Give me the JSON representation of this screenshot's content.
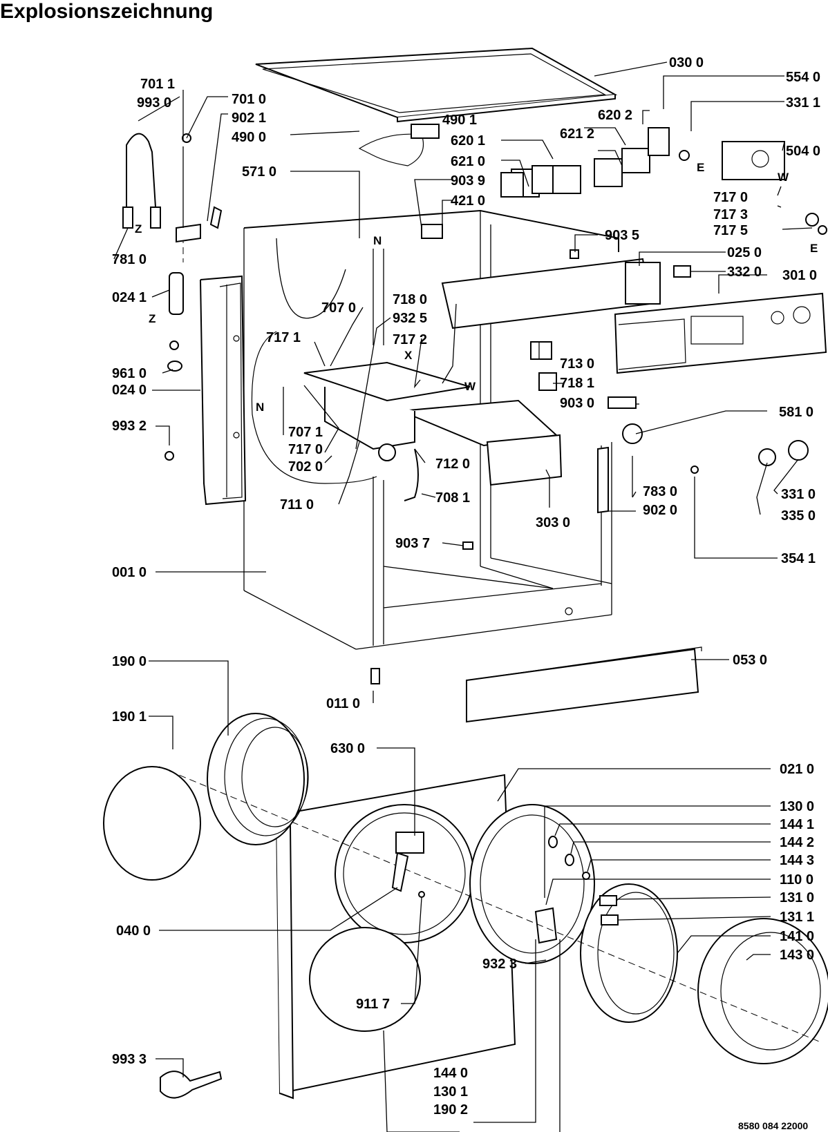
{
  "title": "Explosionszeichnung",
  "document_number": "8580 084 22000",
  "letters": [
    "N",
    "Z",
    "Z",
    "N",
    "X",
    "W",
    "W",
    "E",
    "E"
  ],
  "labels": [
    "030 0",
    "554 0",
    "331 1",
    "504 0",
    "490 1",
    "620 2",
    "620 1",
    "621 2",
    "621 0",
    "701 1",
    "993 0",
    "701 0",
    "902 1",
    "490 0",
    "571 0",
    "903 9",
    "421 0",
    "903 5",
    "717 0",
    "717 3",
    "717 5",
    "025 0",
    "332 0",
    "301 0",
    "781 0",
    "024 1",
    "707 0",
    "718 0",
    "932 5",
    "717 1",
    "717 2",
    "713 0",
    "718 1",
    "961 0",
    "024 0",
    "903 0",
    "581 0",
    "993 2",
    "707 1",
    "717 0",
    "702 0",
    "712 0",
    "708 1",
    "331 0",
    "335 0",
    "711 0",
    "783 0",
    "902 0",
    "303 0",
    "903 7",
    "354 1",
    "001 0",
    "190 0",
    "053 0",
    "011 0",
    "190 1",
    "630 0",
    "021 0",
    "130 0",
    "144 1",
    "144 2",
    "144 3",
    "110 0",
    "131 0",
    "131 1",
    "040 0",
    "141 0",
    "143 0",
    "932 3",
    "911 7",
    "993 3",
    "144 0",
    "130 1",
    "190 2"
  ]
}
